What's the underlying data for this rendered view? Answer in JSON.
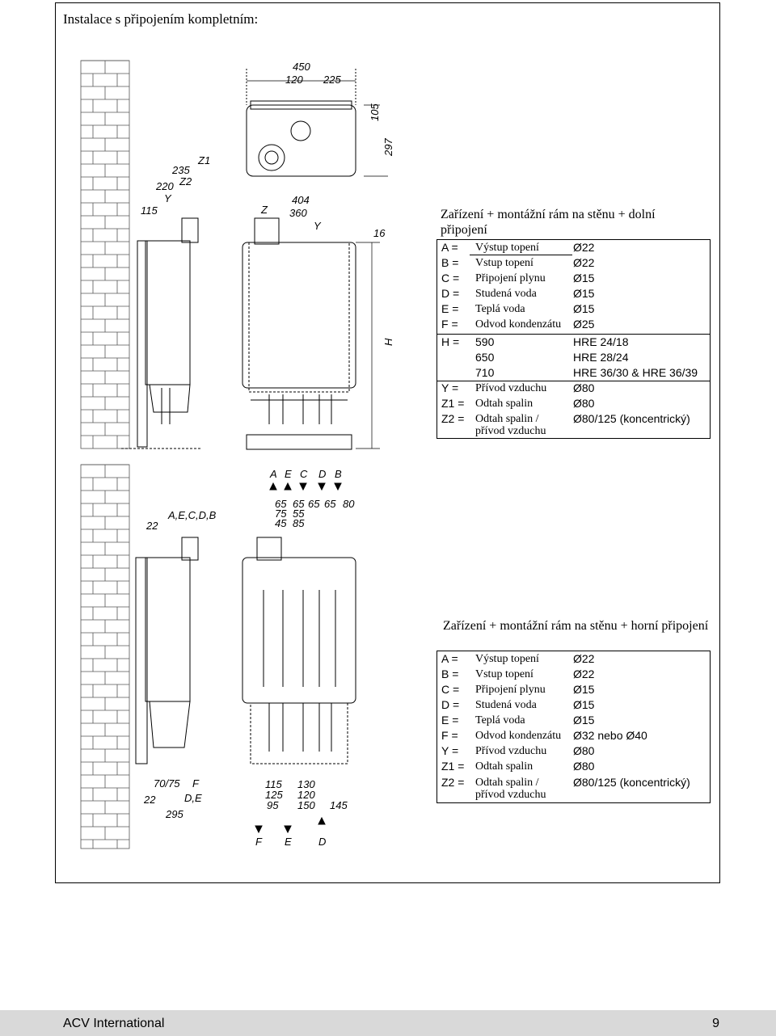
{
  "heading": "Instalace s připojením kompletním:",
  "section1": {
    "title_line1": "Zařízení + montážní rám na stěnu + dolní",
    "title_line2": "připojení",
    "rows": [
      {
        "key": "A =",
        "desc": "Výstup topení",
        "val": "Ø22"
      },
      {
        "key": "B =",
        "desc": "Vstup topení",
        "val": "Ø22"
      },
      {
        "key": "C =",
        "desc": "Připojení plynu",
        "val": "Ø15"
      },
      {
        "key": "D =",
        "desc": "Studená voda",
        "val": "Ø15"
      },
      {
        "key": "E =",
        "desc": "Teplá voda",
        "val": "Ø15"
      },
      {
        "key": "F =",
        "desc": "Odvod kondenzátu",
        "val": "Ø25"
      }
    ],
    "h_key": "H =",
    "h_rows": [
      {
        "num": "590",
        "model": "HRE 24/18"
      },
      {
        "num": "650",
        "model": "HRE 28/24"
      },
      {
        "num": "710",
        "model": "HRE 36/30 & HRE 36/39"
      }
    ],
    "rows2": [
      {
        "key": "Y =",
        "desc": "Přívod vzduchu",
        "val": "Ø80"
      },
      {
        "key": "Z1 =",
        "desc": "Odtah spalin",
        "val": "Ø80"
      }
    ],
    "z2": {
      "key": "Z2 =",
      "desc1": "Odtah spalin /",
      "desc2": "přívod vzduchu",
      "val": "Ø80/125 (koncentrický)"
    }
  },
  "section2": {
    "title": "Zařízení + montážní rám na stěnu + horní připojení",
    "rows": [
      {
        "key": "A =",
        "desc": "Výstup topení",
        "val": "Ø22"
      },
      {
        "key": "B =",
        "desc": "Vstup topení",
        "val": "Ø22"
      },
      {
        "key": "C =",
        "desc": "Připojení plynu",
        "val": "Ø15"
      },
      {
        "key": "D =",
        "desc": "Studená voda",
        "val": "Ø15"
      },
      {
        "key": "E =",
        "desc": "Teplá voda",
        "val": "Ø15"
      },
      {
        "key": "F =",
        "desc": "Odvod kondenzátu",
        "val": "Ø32 nebo Ø40"
      },
      {
        "key": "Y =",
        "desc": "Přívod vzduchu",
        "val": "Ø80"
      },
      {
        "key": "Z1 =",
        "desc": "Odtah spalin",
        "val": "Ø80"
      }
    ],
    "z2": {
      "key": "Z2 =",
      "desc1": "Odtah spalin /",
      "desc2": "přívod vzduchu",
      "val": "Ø80/125 (koncentrický)"
    }
  },
  "dims": {
    "d450": "450",
    "d120": "120",
    "d225": "225",
    "d105": "105",
    "d297": "297",
    "d235": "235",
    "dZ1": "Z1",
    "d220": "220",
    "dZ2": "Z2",
    "dY": "Y",
    "d115": "115",
    "d404": "404",
    "dZ": "Z",
    "d360": "360",
    "dY2": "Y",
    "d16": "16",
    "dH": "H",
    "lA": "A",
    "lE": "E",
    "lC": "C",
    "lD": "D",
    "lB": "B",
    "s1": "65",
    "s2": "65",
    "s3": "65",
    "s4": "65",
    "s5": "80",
    "s6": "75",
    "s7": "55",
    "s8": "45",
    "s9": "85",
    "d22": "22",
    "dAECDB": "A,E,C,D,B",
    "d7075": "70/75",
    "dF": "F",
    "d22b": "22",
    "dDE": "D,E",
    "d295": "295",
    "b1": "115",
    "b2": "125",
    "b3": "95",
    "b4": "130",
    "b5": "120",
    "b6": "150",
    "b7": "145",
    "lF": "F",
    "lE2": "E",
    "lD2": "D"
  },
  "footer": {
    "brand": "ACV International",
    "page": "9"
  }
}
